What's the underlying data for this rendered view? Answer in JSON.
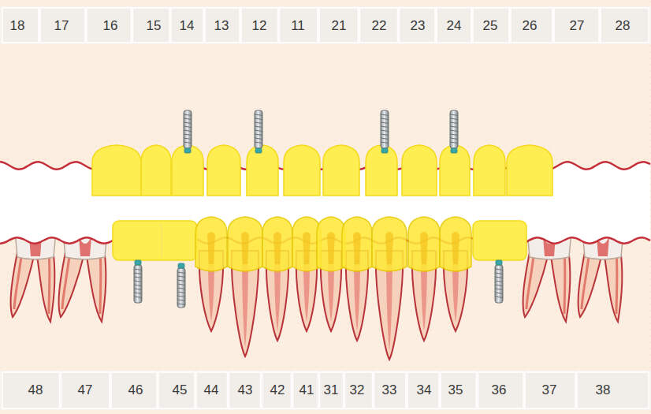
{
  "diagram": {
    "labels": [
      "18",
      "17",
      "16",
      "15",
      "14",
      "13",
      "12",
      "11",
      "21",
      "22",
      "23",
      "24",
      "25",
      "26",
      "27",
      "28",
      "48",
      "47",
      "46",
      "45",
      "44",
      "43",
      "42",
      "41",
      "31",
      "32",
      "33",
      "34",
      "35",
      "36",
      "37",
      "38"
    ]
  }
}
